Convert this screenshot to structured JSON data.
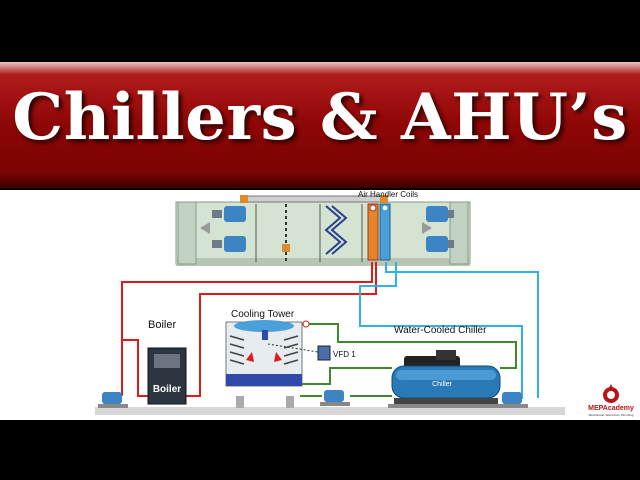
{
  "title": "Chillers & AHU’s",
  "diagram": {
    "ahu_label": "Air Handler Coils",
    "boiler_heading": "Boiler",
    "boiler_unit_label": "Boiler",
    "cooling_tower_label": "Cooling Tower",
    "vfd_label": "VFD 1",
    "chiller_heading": "Water-Cooled Chiller",
    "chiller_unit_label": "Chiller"
  },
  "logo": {
    "name": "MEPAcademy",
    "tagline": "Mechanical | Electrical | Plumbing"
  },
  "colors": {
    "hot_water": "#e01919",
    "chilled_water": "#2fb2e6",
    "condenser_water": "#3f8a2a",
    "banner": "#8e0606"
  }
}
